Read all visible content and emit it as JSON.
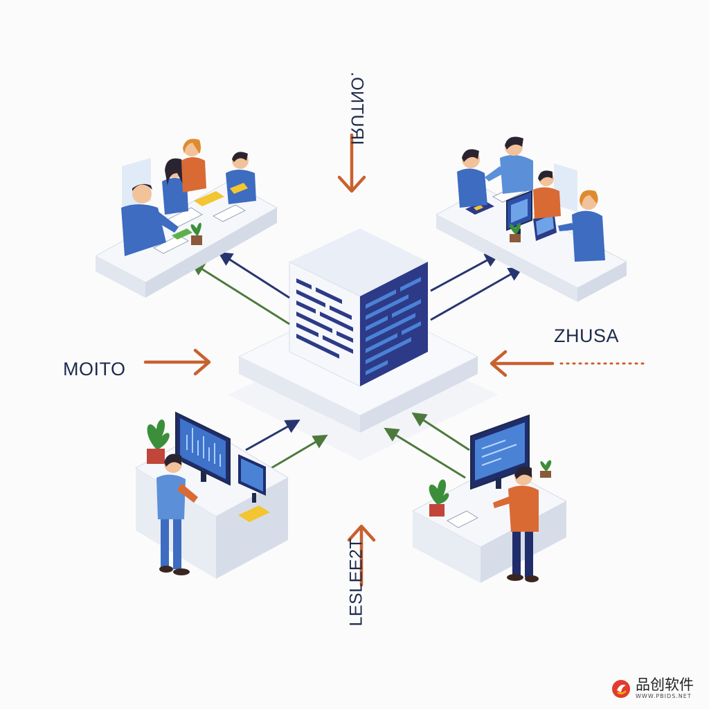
{
  "labels": {
    "top": "IRUTNO.",
    "left": "MOITO",
    "right": "ZHUSA",
    "bottom": "LESLEE2T"
  },
  "watermark": {
    "name": "品创软件",
    "url": "WWW.PBIDS.NET"
  },
  "colors": {
    "server_top": "#e9eef7",
    "server_left": "#f5f8fc",
    "server_right": "#2d3a87",
    "server_stripe": "#4a82d6",
    "platform": "#edf1f7",
    "desk": "#f1f4f9",
    "arrow_orange": "#c8612e",
    "arrow_navy": "#27356f",
    "arrow_green": "#4d7a3c",
    "person_blue": "#3d6cc0",
    "person_orange": "#d96a34",
    "skin": "#f2c29b",
    "hair_dark": "#2a2430",
    "hair_orange": "#e08a2f",
    "plant": "#3c8f3a",
    "screen": "#2b4fa8"
  }
}
